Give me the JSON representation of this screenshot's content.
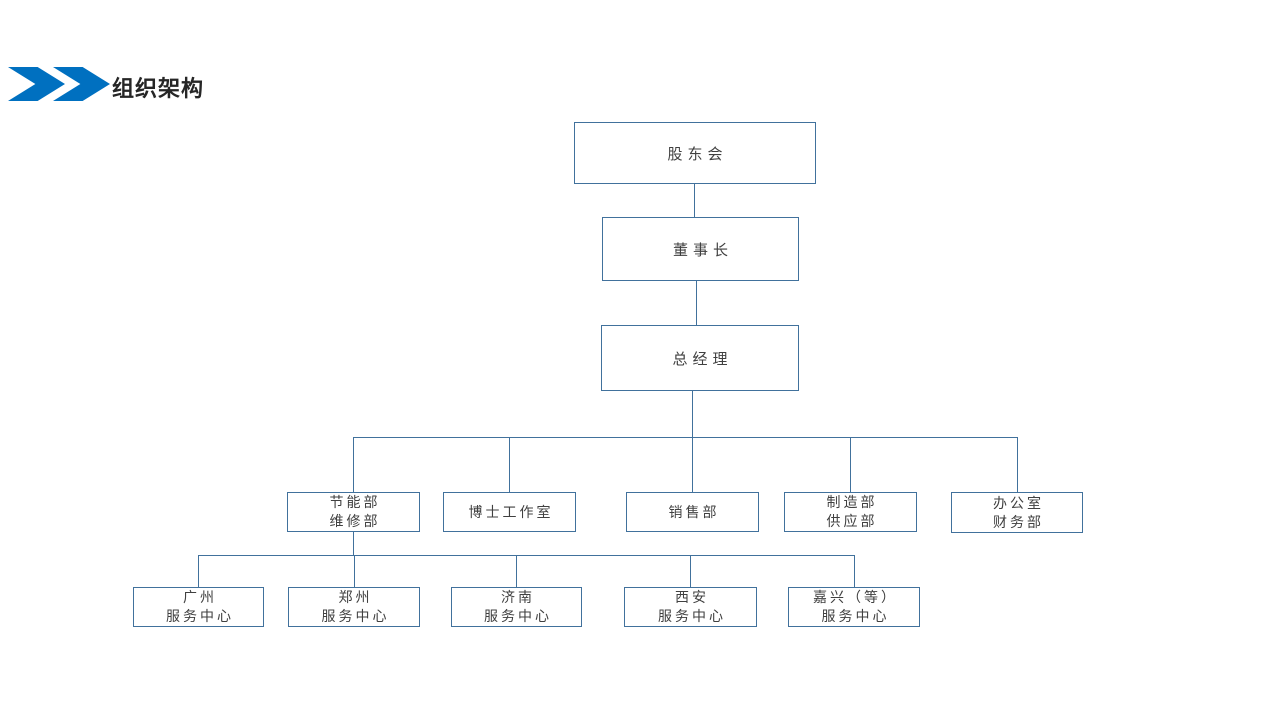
{
  "slide": {
    "title": "组织架构"
  },
  "icons": {
    "header_marker": "double-chevron-right-icon"
  },
  "colors": {
    "chevron_blue": "#0070C0",
    "line_blue": "#41719C",
    "node_border": "#41719C",
    "node_text": "#404040",
    "title_text": "#262626",
    "background": "#ffffff"
  },
  "org": {
    "nodes": {
      "shareholders": {
        "label": "股东会"
      },
      "chairman": {
        "label": "董事长"
      },
      "gm": {
        "label": "总经理"
      },
      "dept1": {
        "line1": "节能部",
        "line2": "维修部"
      },
      "dept2": {
        "line1": "博士工作室"
      },
      "dept3": {
        "line1": "销售部"
      },
      "dept4": {
        "line1": "制造部",
        "line2": "供应部"
      },
      "dept5": {
        "line1": "办公室",
        "line2": "财务部"
      },
      "sc1": {
        "line1": "广州",
        "line2": "服务中心"
      },
      "sc2": {
        "line1": "郑州",
        "line2": "服务中心"
      },
      "sc3": {
        "line1": "济南",
        "line2": "服务中心"
      },
      "sc4": {
        "line1": "西安",
        "line2": "服务中心"
      },
      "sc5": {
        "line1": "嘉兴（等）",
        "line2": "服务中心"
      }
    },
    "edges": [
      [
        "股东会",
        "董事长"
      ],
      [
        "董事长",
        "总经理"
      ],
      [
        "总经理",
        "节能部/维修部"
      ],
      [
        "总经理",
        "博士工作室"
      ],
      [
        "总经理",
        "销售部"
      ],
      [
        "总经理",
        "制造部/供应部"
      ],
      [
        "总经理",
        "办公室/财务部"
      ],
      [
        "节能部/维修部",
        "广州服务中心"
      ],
      [
        "节能部/维修部",
        "郑州服务中心"
      ],
      [
        "节能部/维修部",
        "济南服务中心"
      ],
      [
        "节能部/维修部",
        "西安服务中心"
      ],
      [
        "节能部/维修部",
        "嘉兴（等）服务中心"
      ]
    ]
  }
}
